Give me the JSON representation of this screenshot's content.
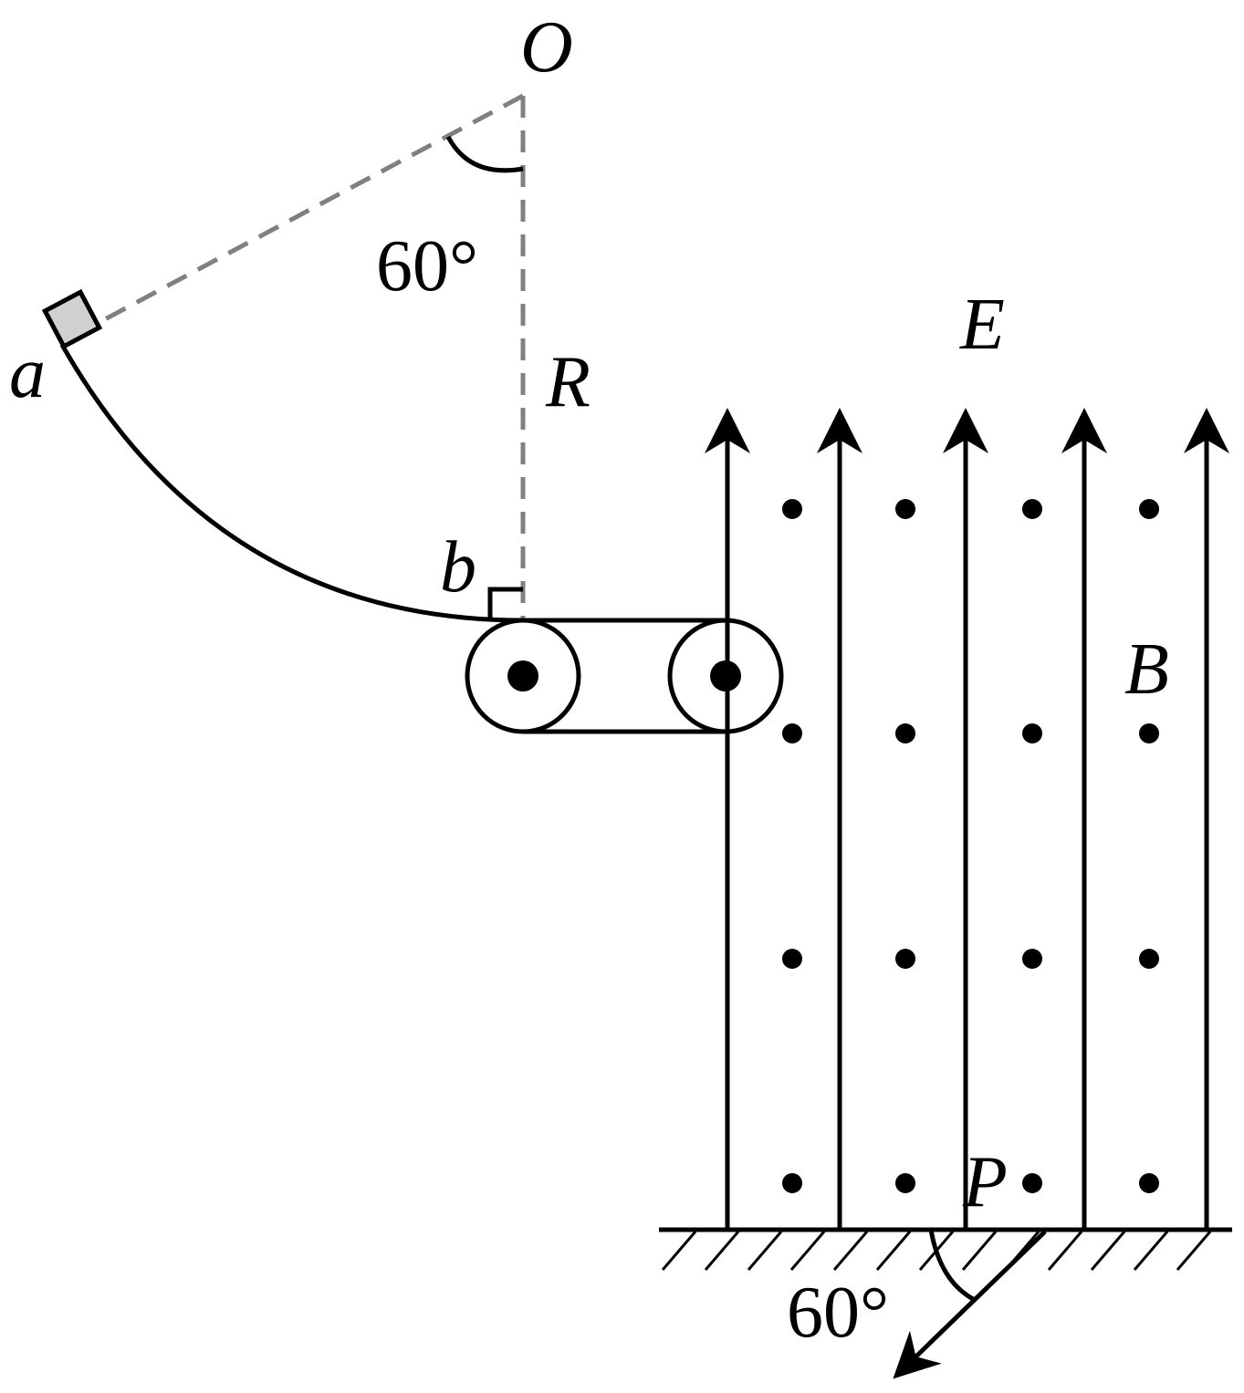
{
  "labels": {
    "origin": "O",
    "angle_top": "60°",
    "radius": "R",
    "point_a": "a",
    "point_b": "b",
    "electric_field": "E",
    "magnetic_field": "B",
    "point_p": "P",
    "angle_bottom": "60°"
  },
  "colors": {
    "line": "#000000",
    "dashed": "#808080",
    "block_fill": "#d0d0d0"
  }
}
